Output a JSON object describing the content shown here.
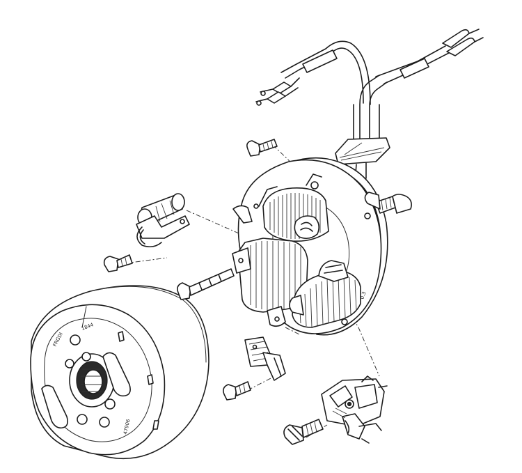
{
  "diagram": {
    "palette": {
      "ink": "#1c1c1c",
      "paper": "#ffffff"
    },
    "parts": [
      {
        "id": "flywheel-rotor",
        "icon": "flywheel-rotor-icon"
      },
      {
        "id": "stator-plate",
        "icon": "stator-plate-icon"
      },
      {
        "id": "lighting-coil",
        "icon": "coil-icon"
      },
      {
        "id": "ignition-coil",
        "icon": "coil-icon"
      },
      {
        "id": "charging-coil",
        "icon": "coil-icon"
      },
      {
        "id": "wiring-harness",
        "icon": "wire-harness-icon"
      },
      {
        "id": "connectors",
        "icon": "connector-icon"
      },
      {
        "id": "condenser",
        "icon": "condenser-icon"
      },
      {
        "id": "contact-breaker",
        "icon": "contact-breaker-icon"
      },
      {
        "id": "lubrication-felt",
        "icon": "felt-pad-icon"
      },
      {
        "id": "screws",
        "icon": "screw-icon"
      }
    ],
    "markings": {
      "rotor_brand": "FRGDI",
      "rotor_code_1": "1844",
      "rotor_code_2": "47906",
      "plate_code": "0.3"
    }
  }
}
